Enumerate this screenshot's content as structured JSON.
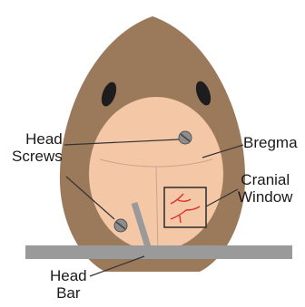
{
  "labels": {
    "head_screws": [
      "Head",
      "Screws"
    ],
    "bregma": "Bregma",
    "cranial_window": [
      "Cranial",
      "Window"
    ],
    "head_bar": [
      "Head",
      "Bar"
    ]
  },
  "colors": {
    "head_fur": "#9b7a5b",
    "skull_skin": "#f4c7a6",
    "eye": "#1d1d1d",
    "bar": "#9a9a9a",
    "screw": "#8d8d8d",
    "window_border": "#2b2b2b",
    "vessels": "#d9342b",
    "suture": "#c9a58d",
    "leader_line": "#333333"
  },
  "icons": {
    "screw": "screw-icon",
    "window": "cranial-window-icon"
  }
}
